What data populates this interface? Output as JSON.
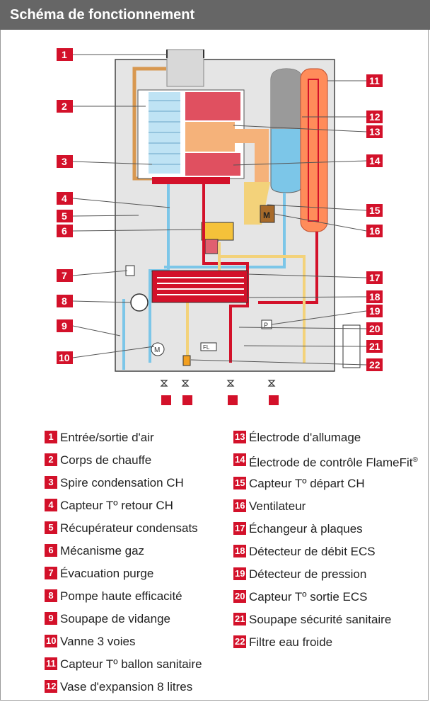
{
  "header": {
    "title": "Schéma de fonctionnement"
  },
  "callouts": [
    "1",
    "2",
    "3",
    "4",
    "5",
    "6",
    "7",
    "8",
    "9",
    "10",
    "11",
    "12",
    "13",
    "14",
    "15",
    "16",
    "17",
    "18",
    "19",
    "20",
    "21",
    "22"
  ],
  "icon_labels": {
    "p": "P",
    "fl": "FL",
    "m_motor": "M",
    "m_fan": "M"
  },
  "colors": {
    "header": "#666666",
    "number": "#d3112a",
    "cold": "#7cc6e8",
    "hot": "#d3112a",
    "gas": "#f3d27a",
    "warm": "#ff8c5a",
    "panel": "#e5e5e5"
  },
  "legend_left": [
    {
      "num": "1",
      "text": "Entrée/sortie d'air"
    },
    {
      "num": "2",
      "text": "Corps de chauffe"
    },
    {
      "num": "3",
      "text": "Spire condensation CH"
    },
    {
      "num": "4",
      "text": "Capteur Tº retour CH"
    },
    {
      "num": "5",
      "text": "Récupérateur condensats"
    },
    {
      "num": "6",
      "text": "Mécanisme gaz"
    },
    {
      "num": "7",
      "text": "Évacuation purge"
    },
    {
      "num": "8",
      "text": "Pompe haute efficacité"
    },
    {
      "num": "9",
      "text": "Soupape de vidange"
    },
    {
      "num": "10",
      "text": "Vanne 3 voies"
    },
    {
      "num": "11",
      "text": "Capteur Tº ballon sanitaire"
    },
    {
      "num": "12",
      "text": "Vase d'expansion 8 litres"
    }
  ],
  "legend_right": [
    {
      "num": "13",
      "text": "Électrode d'allumage"
    },
    {
      "num": "14",
      "text": "Électrode de contrôle FlameFit",
      "sup": "®"
    },
    {
      "num": "15",
      "text": "Capteur Tº départ CH"
    },
    {
      "num": "16",
      "text": "Ventilateur"
    },
    {
      "num": "17",
      "text": "Échangeur à plaques"
    },
    {
      "num": "18",
      "text": "Détecteur de débit ECS"
    },
    {
      "num": "19",
      "text": "Détecteur de pression"
    },
    {
      "num": "20",
      "text": "Capteur Tº sortie ECS"
    },
    {
      "num": "21",
      "text": "Soupape sécurité sanitaire"
    },
    {
      "num": "22",
      "text": "Filtre eau froide"
    }
  ]
}
